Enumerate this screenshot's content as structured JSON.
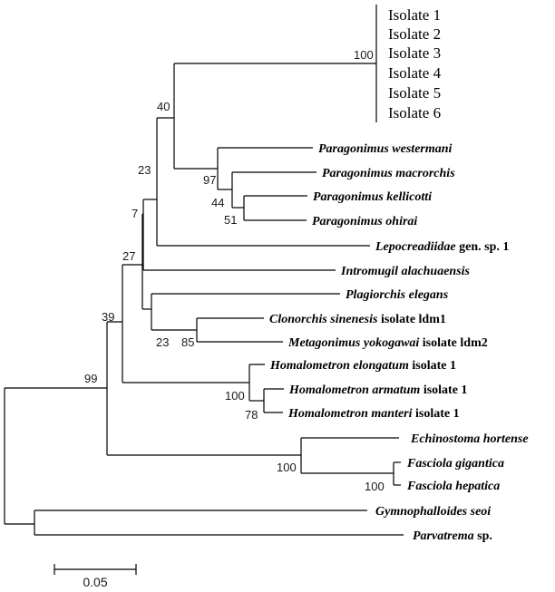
{
  "tree": {
    "bootstrap": {
      "n_isolates": "100",
      "n_40": "40",
      "n_23_upper": "23",
      "n_97": "97",
      "n_44": "44",
      "n_51": "51",
      "n_7": "7",
      "n_27": "27",
      "n_39": "39",
      "n_23_lower": "23",
      "n_85": "85",
      "n_99": "99",
      "n_100_homalo": "100",
      "n_78": "78",
      "n_100_echino": "100",
      "n_100_fasciola": "100"
    },
    "isolates": [
      "Isolate 1",
      "Isolate 2",
      "Isolate 3",
      "Isolate 4",
      "Isolate 5",
      "Isolate 6"
    ],
    "taxa": {
      "westermani": {
        "name": "Paragonimus westermani",
        "suffix": ""
      },
      "macrorchis": {
        "name": "Paragonimus macrorchis",
        "suffix": ""
      },
      "kellicotti": {
        "name": "Paragonimus kellicotti",
        "suffix": ""
      },
      "ohirai": {
        "name": "Paragonimus ohirai",
        "suffix": ""
      },
      "lepocreadiidae": {
        "name": "Lepocreadiidae",
        "suffix": " gen. sp. 1"
      },
      "intromugil": {
        "name": "Intromugil alachuaensis",
        "suffix": ""
      },
      "plagiorchis": {
        "name": "Plagiorchis elegans",
        "suffix": ""
      },
      "clonorchis": {
        "name": "Clonorchis sinenesis",
        "suffix": " isolate ldm1"
      },
      "metagonimus": {
        "name": "Metagonimus yokogawai",
        "suffix": " isolate ldm2"
      },
      "h_elongatum": {
        "name": "Homalometron elongatum",
        "suffix": " isolate 1"
      },
      "h_armatum": {
        "name": "Homalometron armatum",
        "suffix": " isolate 1"
      },
      "h_manteri": {
        "name": "Homalometron manteri",
        "suffix": " isolate 1"
      },
      "echinostoma": {
        "name": "Echinostoma hortense",
        "suffix": ""
      },
      "f_gigantica": {
        "name": "Fasciola gigantica",
        "suffix": ""
      },
      "f_hepatica": {
        "name": "Fasciola hepatica",
        "suffix": ""
      },
      "gymnophalloides": {
        "name": "Gymnophalloides seoi",
        "suffix": ""
      },
      "parvatrema": {
        "name": "Parvatrema",
        "suffix": " sp."
      }
    },
    "scale_bar": {
      "label": "0.05"
    }
  }
}
